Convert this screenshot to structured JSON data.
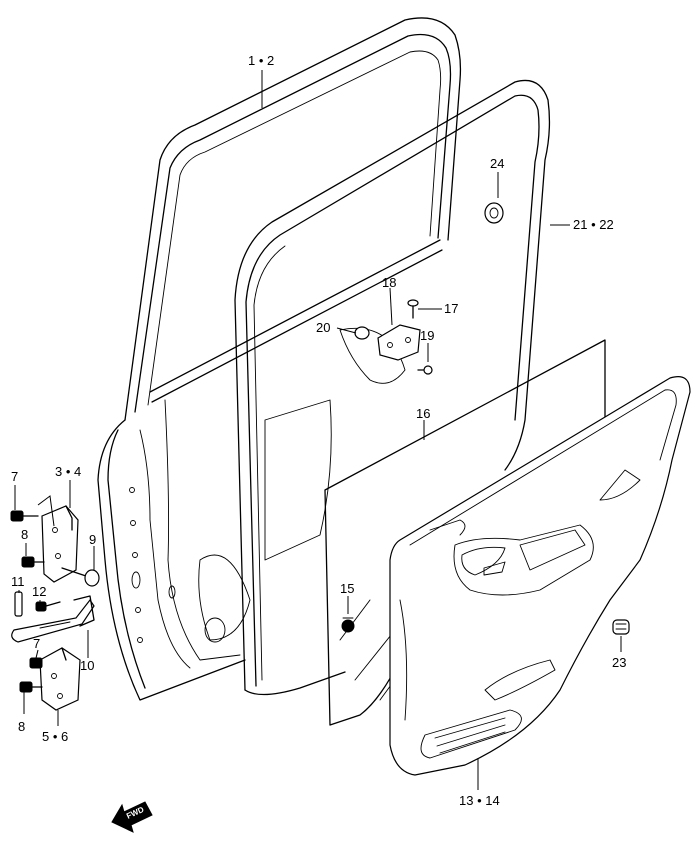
{
  "callouts": {
    "c1_2": "1 • 2",
    "c3_4": "3 • 4",
    "c5_6": "5 • 6",
    "c7a": "7",
    "c7b": "7",
    "c8a": "8",
    "c8b": "8",
    "c9": "9",
    "c10": "10",
    "c11": "11",
    "c12": "12",
    "c13_14": "13 • 14",
    "c15": "15",
    "c16": "16",
    "c17": "17",
    "c18": "18",
    "c19": "19",
    "c20": "20",
    "c21_22": "21 • 22",
    "c23": "23",
    "c24": "24"
  },
  "fwd_label": "FWD"
}
